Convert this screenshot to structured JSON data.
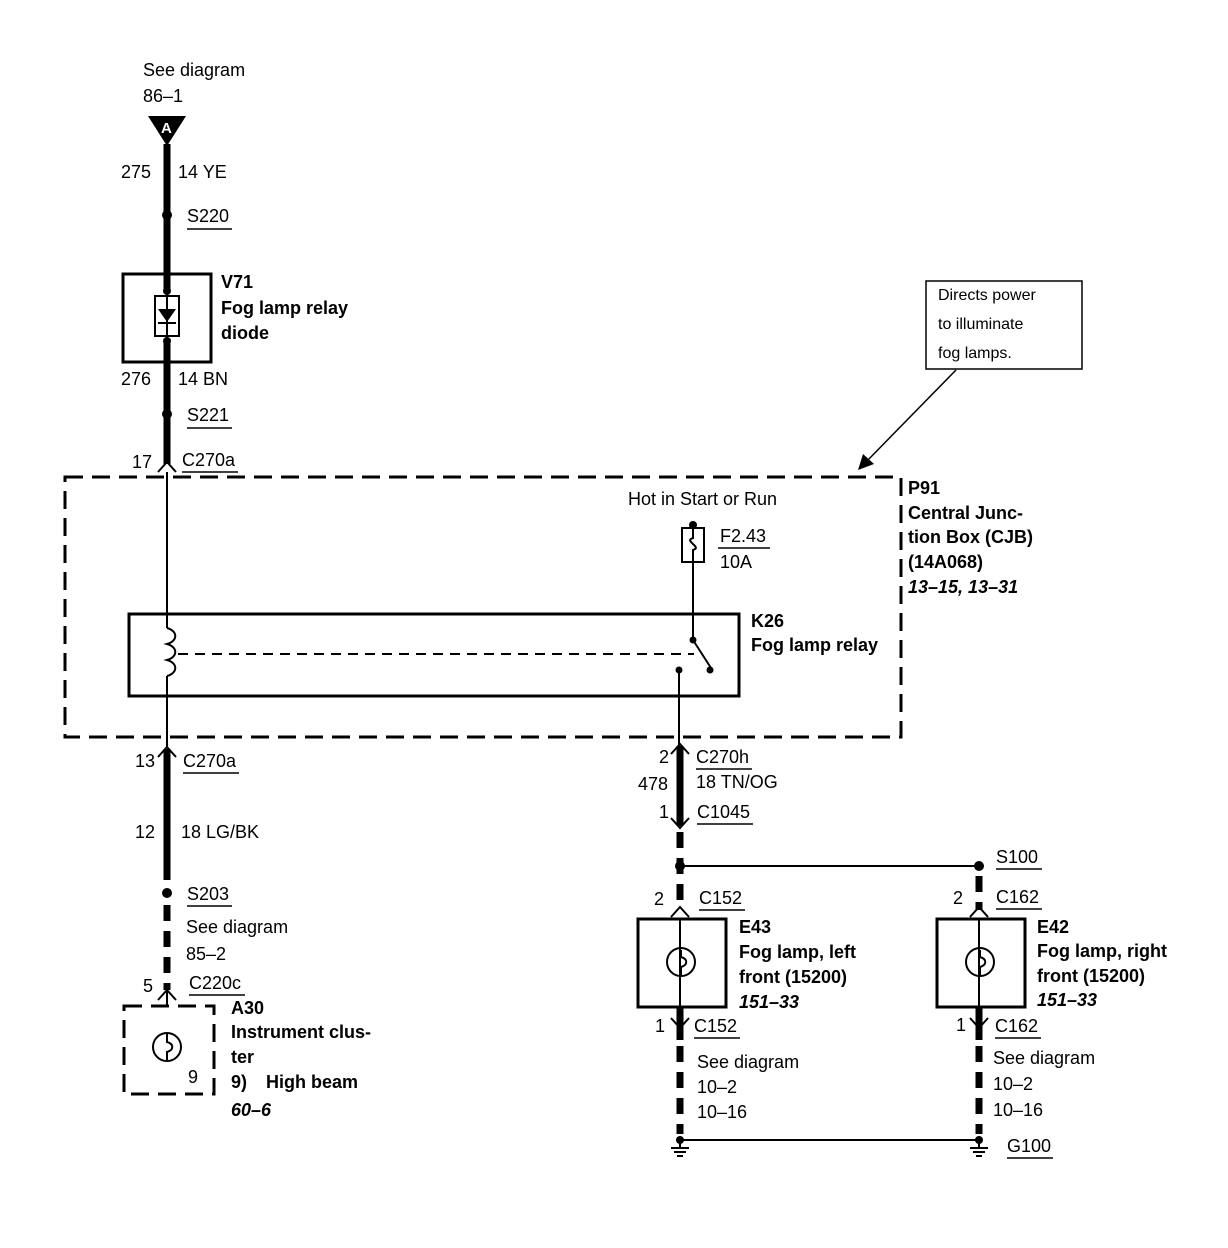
{
  "top_ref": {
    "see": "See diagram",
    "page": "86–1",
    "connector_letter": "A"
  },
  "top_wire": {
    "circuit": "275",
    "spec": "14 YE",
    "splice": "S220"
  },
  "diode": {
    "id": "V71",
    "line1": "Fog lamp relay",
    "line2": "diode"
  },
  "mid_wire": {
    "circuit": "276",
    "spec": "14 BN",
    "splice": "S221"
  },
  "c270a_top": {
    "pin": "17",
    "name": "C270a"
  },
  "callout": {
    "line1": "Directs power",
    "line2": "to illuminate",
    "line3": "fog lamps."
  },
  "cjb": {
    "id": "P91",
    "line1": "Central Junc-",
    "line2": "tion Box (CJB)",
    "line3": "(14A068)",
    "refs": "13–15, 13–31"
  },
  "fuse": {
    "hot": "Hot in Start or Run",
    "id": "F2.43",
    "rating": "10A"
  },
  "relay": {
    "id": "K26",
    "name": "Fog lamp relay"
  },
  "left_branch": {
    "pin_c270a": "13",
    "c270a": "C270a",
    "circuit": "12",
    "spec": "18 LG/BK",
    "splice": "S203",
    "see": "See diagram",
    "page": "85–2",
    "pin_c220c": "5",
    "c220c": "C220c"
  },
  "cluster": {
    "id": "A30",
    "line1": "Instrument clus-",
    "line2": "ter",
    "item_num": "9)",
    "item": "High beam",
    "ref": "60–6",
    "pin": "9"
  },
  "right_branch": {
    "pin_c270h": "2",
    "c270h": "C270h",
    "circuit": "478",
    "spec": "18 TN/OG",
    "pin_c1045": "1",
    "c1045": "C1045",
    "splice": "S100"
  },
  "lamp_left": {
    "pin_top": "2",
    "conn_top": "C152",
    "id": "E43",
    "line1": "Fog lamp, left",
    "line2": "front (15200)",
    "ref": "151–33",
    "pin_bot": "1",
    "conn_bot": "C152",
    "see": "See diagram",
    "page1": "10–2",
    "page2": "10–16"
  },
  "lamp_right": {
    "pin_top": "2",
    "conn_top": "C162",
    "id": "E42",
    "line1": "Fog lamp, right",
    "line2": "front (15200)",
    "ref": "151–33",
    "pin_bot": "1",
    "conn_bot": "C162",
    "see": "See diagram",
    "page1": "10–2",
    "page2": "10–16"
  },
  "ground": {
    "id": "G100"
  }
}
